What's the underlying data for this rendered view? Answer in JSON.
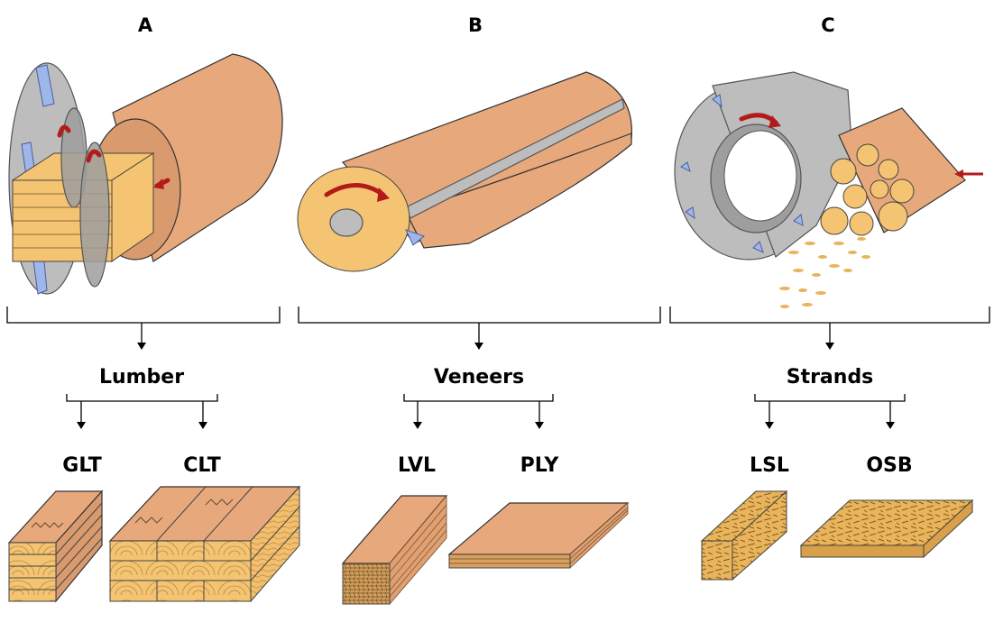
{
  "panels": [
    {
      "id": "A",
      "label": "A",
      "material": "Lumber",
      "products": [
        "GLT",
        "CLT"
      ]
    },
    {
      "id": "B",
      "label": "B",
      "material": "Veneers",
      "products": [
        "LVL",
        "PLY"
      ]
    },
    {
      "id": "C",
      "label": "C",
      "material": "Strands",
      "products": [
        "LSL",
        "OSB"
      ]
    }
  ],
  "colors": {
    "wood": "#e7a97c",
    "wood_light": "#f4c472",
    "machine_grey": "#bdbdbd",
    "blade_blue": "#9fb6e8",
    "rotation_arrow": "#b31b1b"
  }
}
